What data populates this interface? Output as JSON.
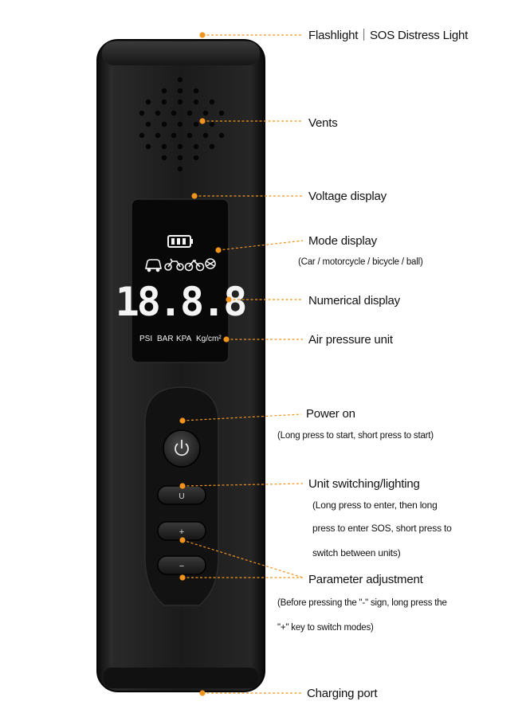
{
  "display": {
    "digits": "18.8.8",
    "units": [
      "PSI",
      "BAR",
      "KPA",
      "Kg/cm²"
    ],
    "mode_icons": [
      "car-icon",
      "motorcycle-icon",
      "bicycle-icon",
      "ball-icon"
    ],
    "battery_icon": "battery-icon"
  },
  "buttons": {
    "power_icon": "power-icon",
    "unit_label": "U",
    "plus_label": "+",
    "minus_label": "−"
  },
  "labels": {
    "flashlight": "Flashlight｜SOS Distress Light",
    "vents": "Vents",
    "voltage": "Voltage display",
    "mode": "Mode display",
    "mode_sub": "(Car / motorcycle / bicycle / ball)",
    "numerical": "Numerical display",
    "air_unit": "Air pressure unit",
    "power": "Power on",
    "power_sub": "(Long press to start, short press to start)",
    "unit_switch": "Unit switching/lighting",
    "unit_sub_1": "(Long press to enter, then long",
    "unit_sub_2": "press to enter SOS, short press to",
    "unit_sub_3": "switch between units)",
    "param": "Parameter adjustment",
    "param_sub_1": "(Before pressing the \"-\" sign, long press the",
    "param_sub_2": "\"+\" key to switch modes)",
    "charging": "Charging port"
  },
  "colors": {
    "accent_orange": "#f0941e",
    "body_dark": "#1c1c1c",
    "display_white": "#f4f4f4"
  }
}
